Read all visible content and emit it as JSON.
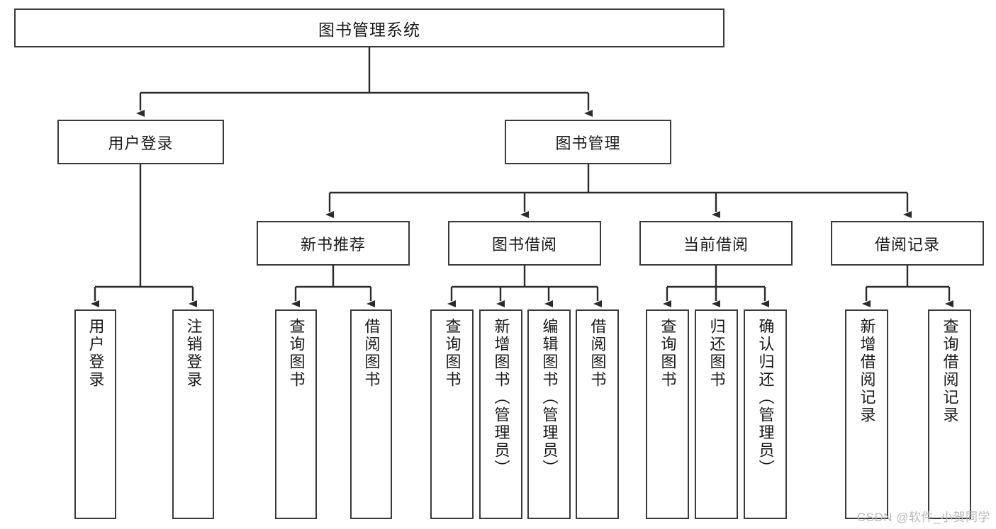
{
  "diagram": {
    "type": "tree-hierarchy",
    "title": "图书管理系统",
    "orientation": "top-down",
    "colors": {
      "box_border": "#3a3a3a",
      "box_fill": "#ffffff",
      "connector": "#2b2b2b",
      "text": "#1a1a1a",
      "watermark": "#b9b9b9"
    },
    "root": {
      "label": "图书管理系统"
    },
    "level1": [
      {
        "label": "用户登录"
      },
      {
        "label": "图书管理"
      }
    ],
    "level2": [
      {
        "label": "新书推荐"
      },
      {
        "label": "图书借阅"
      },
      {
        "label": "当前借阅"
      },
      {
        "label": "借阅记录"
      }
    ],
    "leaves": {
      "user_login": [
        {
          "label": "用户登录"
        },
        {
          "label": "注销登录"
        }
      ],
      "new_book_recommend": [
        {
          "label": "查询图书"
        },
        {
          "label": "借阅图书"
        }
      ],
      "book_borrow": [
        {
          "label": "查询图书"
        },
        {
          "label": "新增图书（管理员）"
        },
        {
          "label": "编辑图书（管理员）"
        },
        {
          "label": "借阅图书"
        }
      ],
      "current_borrow": [
        {
          "label": "查询图书"
        },
        {
          "label": "归还图书"
        },
        {
          "label": "确认归还（管理员）"
        }
      ],
      "borrow_record": [
        {
          "label": "新增借阅记录"
        },
        {
          "label": "查询借阅记录"
        }
      ]
    }
  },
  "watermark": {
    "text": "CSDN @软件_小贺同学"
  }
}
